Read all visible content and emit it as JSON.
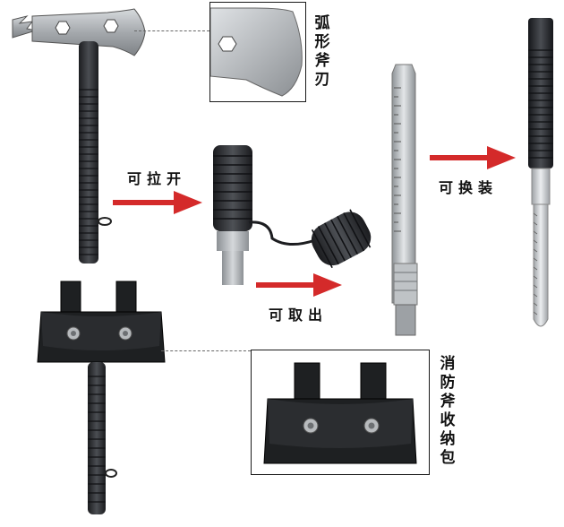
{
  "labels": {
    "curved_blade": "弧形斧刃",
    "pull_open": "可拉开",
    "removable": "可取出",
    "replaceable": "可换装",
    "storage_bag": "消防斧收纳包"
  },
  "colors": {
    "arrow": "#d42a2a",
    "handle": "#2d2f33",
    "metal": "#a9adb1",
    "leather": "#1e2022"
  },
  "icons": [
    "axe-head",
    "spiral-cord",
    "saw-blade",
    "ruler",
    "leather-holster",
    "snap-button"
  ]
}
